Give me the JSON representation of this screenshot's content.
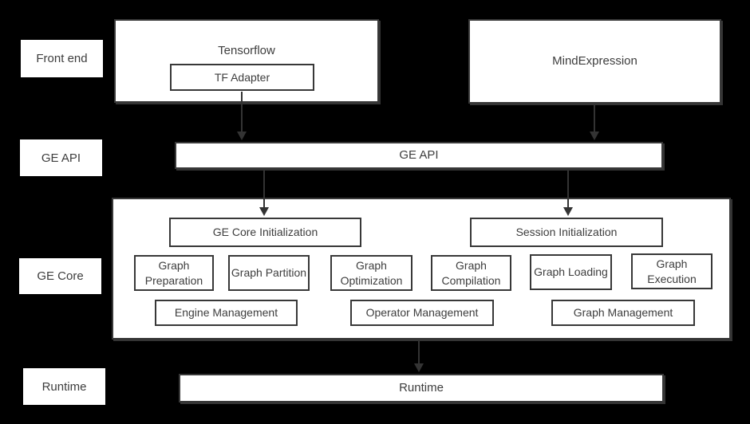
{
  "colors": {
    "background": "#000000",
    "box_fill": "#ffffff",
    "box_border": "#383838",
    "text": "#3d3d3d",
    "arrow": "#333333"
  },
  "side_labels": {
    "front_end": "Front end",
    "ge_api": "GE API",
    "ge_core": "GE Core",
    "runtime": "Runtime"
  },
  "front_end": {
    "tensorflow_label": "Tensorflow",
    "tf_adapter_label": "TF Adapter",
    "mindexpression_label": "MindExpression"
  },
  "ge_api": {
    "bar_label": "GE API"
  },
  "ge_core": {
    "init_left": "GE Core Initialization",
    "init_right": "Session Initialization",
    "modules": [
      "Graph Preparation",
      "Graph Partition",
      "Graph Optimization",
      "Graph Compilation",
      "Graph Loading",
      "Graph Execution"
    ],
    "managers": [
      "Engine Management",
      "Operator Management",
      "Graph Management"
    ]
  },
  "runtime": {
    "bar_label": "Runtime"
  }
}
